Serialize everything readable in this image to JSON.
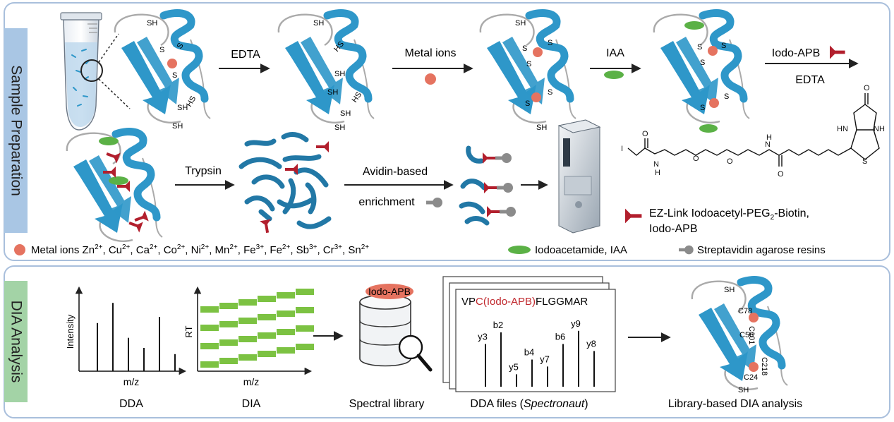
{
  "sections": {
    "sample_prep": "Sample Preparation",
    "dia": "DIA Analysis"
  },
  "steps": {
    "edta": "EDTA",
    "metal_ions": "Metal ions",
    "iaa": "IAA",
    "iodo_apb": "Iodo-APB",
    "edta2": "EDTA",
    "trypsin": "Trypsin",
    "avidin1": "Avidin-based",
    "avidin2": "enrichment"
  },
  "thiols": {
    "sh": "SH",
    "hs": "HS",
    "s": "S"
  },
  "reagent": {
    "name_main": "EZ-Link Iodoacetyl-PEG",
    "name_sub": "2",
    "name_end": "-Biotin,",
    "name_line2": "Iodo-APB",
    "atom_i": "I",
    "atom_o": "O",
    "atom_nh": "N",
    "atom_h": "H",
    "atom_s": "S",
    "atom_hn": "HN",
    "atom_nh2": "NH"
  },
  "legend": {
    "metal_label": "Metal ions",
    "ions": [
      {
        "el": "Zn",
        "ch": "2+",
        "sep": ","
      },
      {
        "el": "Cu",
        "ch": "2+",
        "sep": ","
      },
      {
        "el": "Ca",
        "ch": "2+",
        "sep": ","
      },
      {
        "el": "Co",
        "ch": "2+",
        "sep": ","
      },
      {
        "el": "Ni",
        "ch": "2+",
        "sep": ","
      },
      {
        "el": "Mn",
        "ch": "2+",
        "sep": ","
      },
      {
        "el": "Fe",
        "ch": "3+",
        "sep": ","
      },
      {
        "el": "Fe",
        "ch": "2+",
        "sep": ","
      },
      {
        "el": "Sb",
        "ch": "3+",
        "sep": ","
      },
      {
        "el": "Cr",
        "ch": "3+",
        "sep": ","
      },
      {
        "el": "Sn",
        "ch": "2+",
        "sep": ""
      }
    ],
    "iaa_label": "Iodoacetamide, IAA",
    "resin_label": "Streptavidin agarose resins"
  },
  "dda": {
    "ylabel": "Intensity",
    "xlabel": "m/z",
    "caption": "DDA",
    "peaks": [
      0.62,
      0.88,
      0.43,
      0.3,
      0.7,
      0.22
    ]
  },
  "dia": {
    "ylabel": "RT",
    "xlabel": "m/z",
    "caption": "DIA"
  },
  "library": {
    "tag": "Iodo-APB",
    "caption": "Spectral library"
  },
  "ddafiles": {
    "seq_pre": "VP",
    "seq_mod": "C(Iodo-APB)",
    "seq_post": "FLGGMAR",
    "caption_pre": "DDA files (",
    "caption_it": "Spectronaut",
    "caption_post": ")",
    "ions": [
      {
        "label": "y3",
        "h": 0.55
      },
      {
        "label": "b2",
        "h": 0.7
      },
      {
        "label": "y5",
        "h": 0.16
      },
      {
        "label": "b4",
        "h": 0.35
      },
      {
        "label": "y7",
        "h": 0.26
      },
      {
        "label": "b6",
        "h": 0.55
      },
      {
        "label": "y9",
        "h": 0.72
      },
      {
        "label": "y8",
        "h": 0.46
      }
    ]
  },
  "sites": {
    "sh": "SH",
    "c78": "C78",
    "c101": "C101",
    "c56": "C56",
    "c218": "C218",
    "c24": "C24",
    "caption": "Library-based DIA analysis"
  },
  "colors": {
    "blue": "#2e97c9",
    "metal": "#e57360",
    "iaa": "#5bb146",
    "biotin": "#b21f2d",
    "resin": "#8b8b8b",
    "panel_border": "#a9bfdc",
    "side1": "#a9c6e4",
    "side2": "#a3d3a6",
    "dia_green": "#7cc242"
  }
}
